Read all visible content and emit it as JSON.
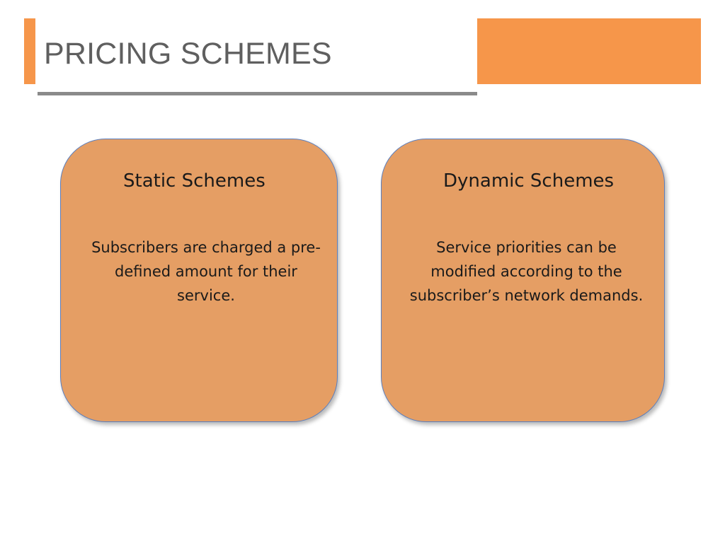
{
  "slide": {
    "title": "PRICING SCHEMES",
    "accent_color": "#f6964a",
    "card_color": "#e59e64"
  },
  "cards": [
    {
      "title": "Static Schemes",
      "body": "Subscribers are charged a pre-defined amount for their service."
    },
    {
      "title": "Dynamic Schemes",
      "body": "Service priorities can be modified according to the subscriber’s network demands."
    }
  ]
}
